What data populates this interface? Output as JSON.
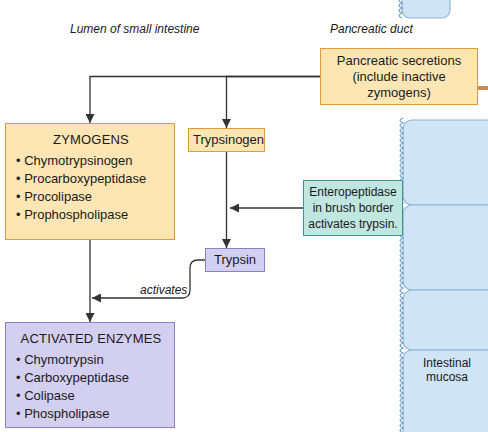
{
  "diagram": {
    "nodes": [
      {
        "text": [
          "Pancreatic secretions (include inactive zymogens)"
        ]
      },
      {
        "text": [
          "ZYMOGENS",
          "• Chymotrypsinogen",
          "• Procarboxypeptidase",
          "• Procolipase",
          "• Prophospholipase"
        ]
      },
      {
        "text": [
          "Trypsinogen"
        ]
      },
      {
        "text": [
          "Enteropeptidase in brush border activates trypsin."
        ]
      },
      {
        "text": [
          "Trypsin"
        ]
      },
      {
        "text": [
          "ACTIVATED ENZYMES",
          "• Chymotrypsin",
          "• Carboxypeptidase",
          "• Colipase",
          "• Phospholipase"
        ]
      }
    ],
    "edges": [
      {
        "from": 0,
        "to": 1,
        "arrow": "to"
      },
      {
        "from": 0,
        "to": 2,
        "arrow": "to"
      },
      {
        "from": 2,
        "to": 4,
        "arrow": "to"
      },
      {
        "from": 1,
        "to": 5,
        "arrow": "to"
      }
    ],
    "labels": [
      "Lumen of small intestine",
      "Pancreatic duct",
      "activates",
      "Intestinal mucosa"
    ]
  }
}
